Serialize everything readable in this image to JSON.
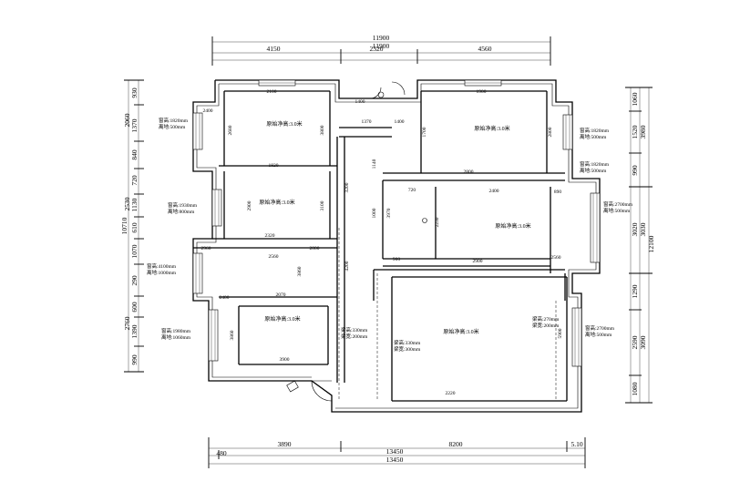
{
  "dimensions": {
    "top_overall_1": "11900",
    "top_overall_2": "11900",
    "top_segments": [
      "4150",
      "2320",
      "4560"
    ],
    "bottom_segments": [
      "3890",
      "8200",
      "5.10"
    ],
    "bottom_overall_1": "13450",
    "bottom_overall_2": "13450",
    "bottom_left_offset": "480",
    "left_overall": "10710",
    "left_segments": [
      "930",
      "1370",
      "2060",
      "840",
      "720",
      "1130",
      "2530",
      "610",
      "1070",
      "290",
      "600",
      "1390",
      "2760",
      "990"
    ],
    "right_overall": "12100",
    "right_segments": [
      "1060",
      "3980",
      "990",
      "1520",
      "3020",
      "3030",
      "1290",
      "2590",
      "3090",
      "1080"
    ]
  },
  "rooms": [
    {
      "id": "room-a",
      "label": "原始净高:3.0米"
    },
    {
      "id": "room-b",
      "label": "原始净高:3.0米"
    },
    {
      "id": "room-c",
      "label": "原始净高:3.0米"
    },
    {
      "id": "room-d",
      "label": "原始净高:3.0米"
    },
    {
      "id": "room-e",
      "label": "原始净高:3.0米"
    },
    {
      "id": "room-f",
      "label": "原始净高:3.0米"
    }
  ],
  "windows": [
    {
      "id": "win-left-1",
      "height": "窗高:1820mm",
      "sill": "离地:500mm"
    },
    {
      "id": "win-left-2",
      "height": "窗高:1930mm",
      "sill": "离地:800mm"
    },
    {
      "id": "win-left-3",
      "height": "窗高:4100mm",
      "sill": "离地:1000mm"
    },
    {
      "id": "win-left-4",
      "height": "窗高:1980mm",
      "sill": "离地:1060mm"
    },
    {
      "id": "win-right-1",
      "height": "窗高:1820mm",
      "sill": "离地:500mm"
    },
    {
      "id": "win-right-2",
      "height": "窗高:1820mm",
      "sill": "离地:500mm"
    },
    {
      "id": "win-right-3",
      "height": "窗高:2700mm",
      "sill": "离地:500mm"
    },
    {
      "id": "win-right-4",
      "height": "窗高:2700mm",
      "sill": "离地:500mm"
    }
  ],
  "beams": [
    {
      "id": "beam-1",
      "height": "梁高:330mm",
      "width": "梁宽:200mm"
    },
    {
      "id": "beam-2",
      "height": "梁高:330mm",
      "width": "梁宽:300mm"
    },
    {
      "id": "beam-3",
      "height": "梁高:270mm",
      "width": "梁宽:200mm"
    }
  ],
  "inner_dims": [
    "2100",
    "1900",
    "2800",
    "1820",
    "2320",
    "2560",
    "2070",
    "3900",
    "2400",
    "2900",
    "2220",
    "2680",
    "3800",
    "2900",
    "3100",
    "3860",
    "3860",
    "3200",
    "4200",
    "5900",
    "2800",
    "1700",
    "1370",
    "1400",
    "1400",
    "1140",
    "1000",
    "900",
    "720",
    "890",
    "3970",
    "2230",
    "2560",
    "2960",
    "2800",
    "2400",
    "2400"
  ]
}
